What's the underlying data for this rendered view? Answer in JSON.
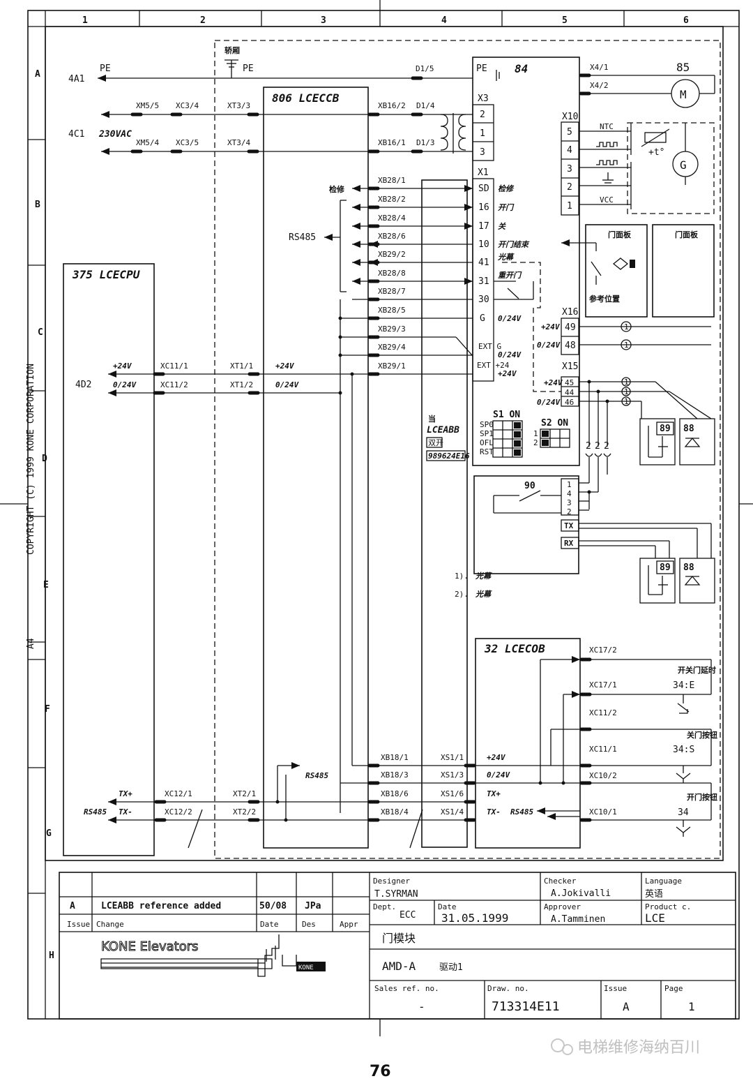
{
  "copyright": "COPYRIGHT (C) 1999 KONE CORPORATION",
  "sheet_size": "A4",
  "grid": {
    "columns": [
      "1",
      "2",
      "3",
      "4",
      "5",
      "6"
    ],
    "rows": [
      "A",
      "B",
      "C",
      "D",
      "E",
      "F",
      "G",
      "H"
    ]
  },
  "modules": {
    "m806": "806 LCECCB",
    "m375": "375 LCECPU",
    "m84": "84",
    "m32": "32 LCECOB",
    "m90": "90",
    "m85": "85",
    "lceabb": "LCEABB",
    "lceabb_top": "当",
    "lceabb_box1": "双开",
    "lceabb_code": "989624E16",
    "car": "轿厢"
  },
  "left_signals": {
    "a4a1": "4A1",
    "pe": "PE",
    "c4c1": "4C1",
    "vac": "230VAC",
    "d4d2": "4D2",
    "p24": "+24V",
    "z24": "0/24V",
    "txp": "TX+",
    "txm": "TX-",
    "rs485": "RS485"
  },
  "connectors": {
    "xm55": "XM5/5",
    "xc34": "XC3/4",
    "xt33": "XT3/3",
    "xm54": "XM5/4",
    "xc35": "XC3/5",
    "xt34": "XT3/4",
    "d15": "D1/5",
    "xb162": "XB16/2",
    "d14": "D1/4",
    "xb161": "XB16/1",
    "d13": "D1/3",
    "xc111": "XC11/1",
    "xt11": "XT1/1",
    "xc112": "XC11/2",
    "xt12": "XT1/2",
    "xc121": "XC12/1",
    "xt21": "XT2/1",
    "xc122": "XC12/2",
    "xt22": "XT2/2",
    "xb181": "XB18/1",
    "xb183": "XB18/3",
    "xb186": "XB18/6",
    "xb184": "XB18/4",
    "xs11": "XS1/1",
    "xs13": "XS1/3",
    "xs16": "XS1/6",
    "xs14": "XS1/4",
    "xb281": "XB28/1",
    "xb282": "XB28/2",
    "xb284": "XB28/4",
    "xb286": "XB28/6",
    "xb292": "XB29/2",
    "xb288": "XB28/8",
    "xb287": "XB28/7",
    "xb285": "XB28/5",
    "xb293": "XB29/3",
    "xb294": "XB29/4",
    "xb291": "XB29/1",
    "x41": "X4/1",
    "x42": "X4/2",
    "xc172": "XC17/2",
    "xc171": "XC17/1",
    "xc112b": "XC11/2",
    "xc111b": "XC11/1",
    "xc102": "XC10/2",
    "xc101": "XC10/1"
  },
  "x3": {
    "label": "X3",
    "pins": [
      "2",
      "1",
      "3"
    ]
  },
  "x1": {
    "label": "X1",
    "pins": [
      "SD",
      "16",
      "17",
      "10",
      "41",
      "31",
      "30",
      "G",
      "EXT G",
      "EXT +24"
    ],
    "pin_desc": [
      "检修",
      "开门",
      "关",
      "开门结束",
      "光幕",
      "重开门",
      "",
      "0/24V",
      "0/24V",
      "+24V"
    ]
  },
  "x10": {
    "label": "X10",
    "pins": [
      "5",
      "4",
      "3",
      "2",
      "1"
    ],
    "signals": [
      "NTC",
      "",
      "",
      "",
      "VCC"
    ],
    "temp": "+t°"
  },
  "x16": {
    "label": "X16",
    "pins": [
      "49",
      "48"
    ],
    "volts": [
      "+24V",
      "0/24V"
    ]
  },
  "x15": {
    "label": "X15",
    "pins": [
      "45",
      "44",
      "46"
    ],
    "volts": [
      "+24V",
      "",
      "0/24V"
    ]
  },
  "switches": {
    "s1": "S1 ON",
    "s1_rows": [
      "SP0",
      "SP1",
      "OFL",
      "RST"
    ],
    "s2": "S2 ON",
    "s2_rows": [
      "1",
      "2"
    ]
  },
  "door_panels": {
    "p1": "门面板",
    "p2": "门面板",
    "ref": "参考位置"
  },
  "sensors": {
    "s89": "89",
    "s88": "88",
    "one": "1",
    "two": "2",
    "tx": "TX",
    "rx": "RX"
  },
  "m90_pins": [
    "1",
    "4",
    "3",
    "2"
  ],
  "notes": {
    "n1": "1).",
    "n1t": "光幕",
    "n2": "2).",
    "n2t": "光幕"
  },
  "cob": {
    "p24": "+24V",
    "z24": "0/24V",
    "txp": "TX+",
    "txm": "TX-",
    "rs485": "RS485",
    "b1": "开关门延时",
    "b1id": "34:E",
    "b2": "关门按钮",
    "b2id": "34:S",
    "b3": "开门按钮",
    "b3id": "34"
  },
  "rs485_label": "RS485",
  "title_block": {
    "rev": "A",
    "rev_text": "LCEABB reference added",
    "rev_date": "50/08",
    "rev_des": "JPa",
    "h_issue": "Issue",
    "h_change": "Change",
    "h_date": "Date",
    "h_des": "Des",
    "h_appr": "Appr",
    "company": "KONE Elevators",
    "logo": "KONE",
    "designer_h": "Designer",
    "designer": "T.SYRMAN",
    "checker_h": "Checker",
    "checker": "A.Jokivalli",
    "language_h": "Language",
    "language": "英语",
    "dept_h": "Dept.",
    "dept": "ECC",
    "date_h": "Date",
    "date": "31.05.1999",
    "approver_h": "Approver",
    "approver": "A.Tamminen",
    "product_h": "Product c.",
    "product": "LCE",
    "title1": "门模块",
    "title2": "AMD-A",
    "title3": "驱动1",
    "sales_h": "Sales ref. no.",
    "sales": "-",
    "draw_h": "Draw. no.",
    "draw": "713314E11",
    "issue_h": "Issue",
    "issue": "A",
    "page_h": "Page",
    "page": "1"
  },
  "watermark": "电梯维修海纳百川",
  "page_number": "76"
}
